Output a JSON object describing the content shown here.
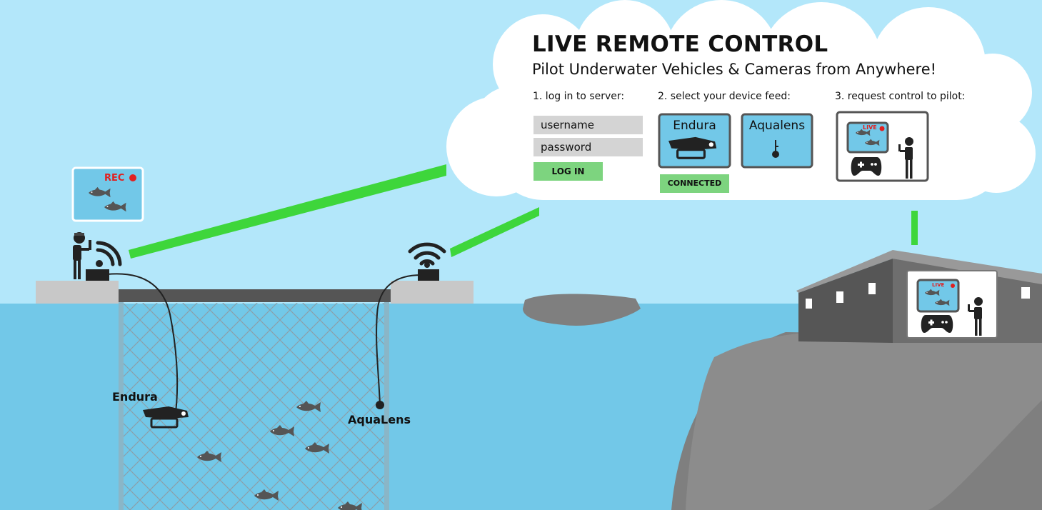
{
  "panel": {
    "title": "LIVE REMOTE CONTROL",
    "subtitle": "Pilot Underwater Vehicles & Cameras from Anywhere!",
    "step1": "1. log in to server:",
    "step2": "2. select your device feed:",
    "step3": "3. request control to pilot:",
    "username_placeholder": "username",
    "password_placeholder": "password",
    "login_label": "LOG IN",
    "device1": "Endura",
    "device2": "Aqualens",
    "connected_label": "CONNECTED"
  },
  "scene": {
    "rec_label": "REC",
    "live_label": "LIVE",
    "endura_label": "Endura",
    "aqualens_label": "AquaLens"
  },
  "colors": {
    "sky": "#b3e7fa",
    "water": "#72c8e8",
    "link": "#3ed63b",
    "button_green": "#7dd47f",
    "rec_red": "#e02020"
  }
}
